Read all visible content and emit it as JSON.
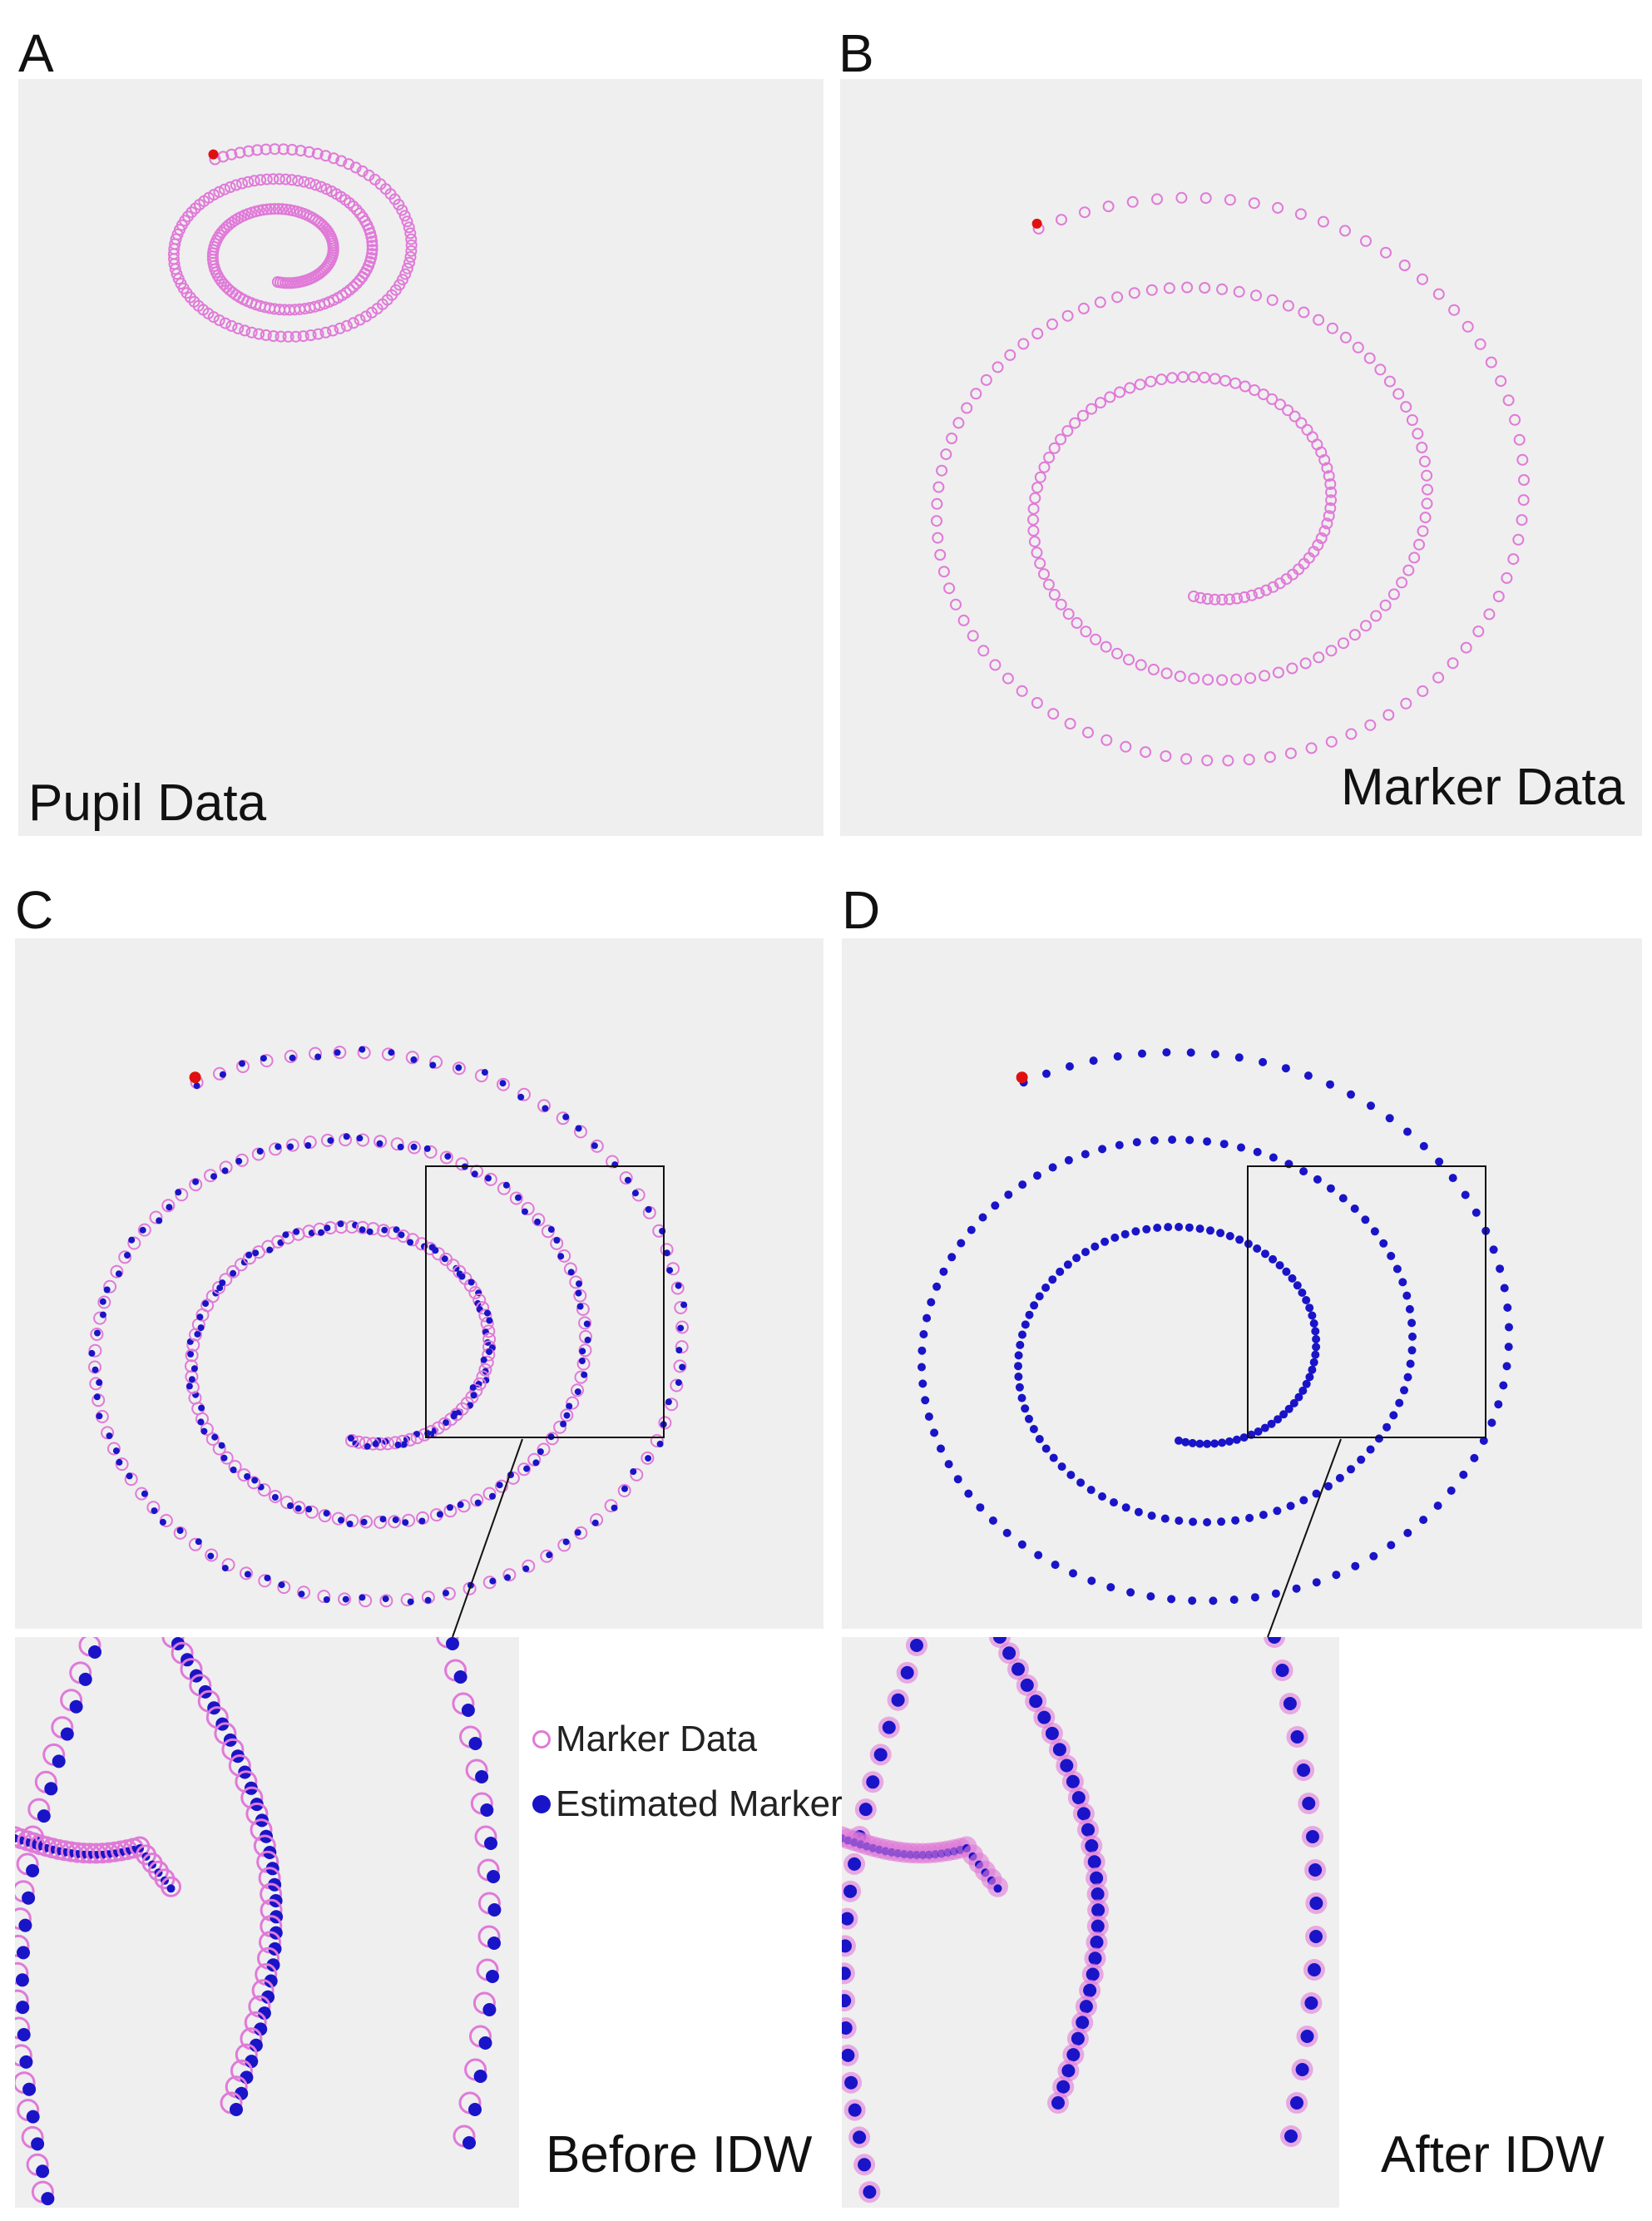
{
  "panels": {
    "a": {
      "letter": "A",
      "caption": "Pupil Data"
    },
    "b": {
      "letter": "B",
      "caption": "Marker Data"
    },
    "c": {
      "letter": "C"
    },
    "d": {
      "letter": "D"
    }
  },
  "zooms": {
    "before": {
      "caption": "Before IDW"
    },
    "after": {
      "caption": "After IDW"
    }
  },
  "legend": {
    "marker": "Marker Data",
    "estimated": "Estimated Marker"
  },
  "colors": {
    "marker": "#e07ad8",
    "estimated": "#1a14c8",
    "start_point": "#e01010",
    "panel_bg": "#efefef",
    "frame": "#111111"
  }
}
